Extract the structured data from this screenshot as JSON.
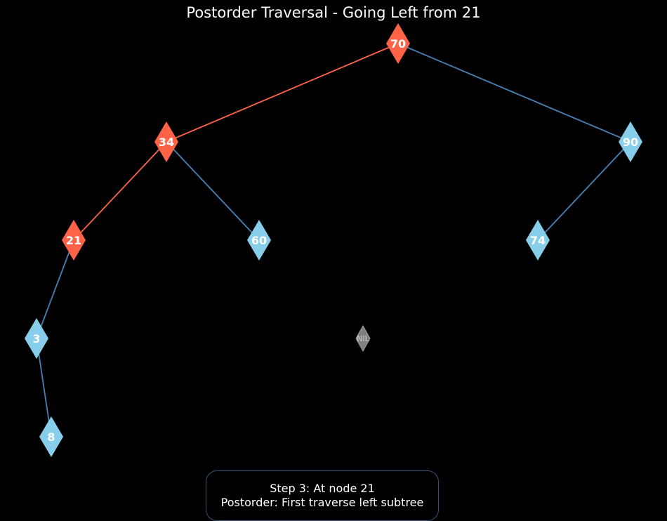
{
  "title": "Postorder Traversal - Going Left from 21",
  "colors": {
    "background": "#000000",
    "highlight": "#ff6347",
    "normal_node": "#87ceeb",
    "normal_edge": "#4682b4",
    "nil_node": "#808080",
    "text": "#ffffff"
  },
  "tree": {
    "nodes": [
      {
        "id": "70",
        "label": "70",
        "state": "path"
      },
      {
        "id": "34",
        "label": "34",
        "state": "path"
      },
      {
        "id": "90",
        "label": "90",
        "state": "normal"
      },
      {
        "id": "21",
        "label": "21",
        "state": "path"
      },
      {
        "id": "60",
        "label": "60",
        "state": "normal"
      },
      {
        "id": "74",
        "label": "74",
        "state": "normal"
      },
      {
        "id": "3",
        "label": "3",
        "state": "normal"
      },
      {
        "id": "nil",
        "label": "NIL",
        "state": "nil"
      },
      {
        "id": "8",
        "label": "8",
        "state": "normal"
      }
    ],
    "edges": [
      {
        "from": "70",
        "to": "34",
        "state": "path"
      },
      {
        "from": "70",
        "to": "90",
        "state": "normal"
      },
      {
        "from": "34",
        "to": "21",
        "state": "path"
      },
      {
        "from": "34",
        "to": "60",
        "state": "normal"
      },
      {
        "from": "90",
        "to": "74",
        "state": "normal"
      },
      {
        "from": "21",
        "to": "3",
        "state": "normal"
      },
      {
        "from": "3",
        "to": "8",
        "state": "normal"
      }
    ]
  },
  "status": {
    "line1": "Step 3: At node 21",
    "line2": "Postorder: First traverse left subtree"
  }
}
